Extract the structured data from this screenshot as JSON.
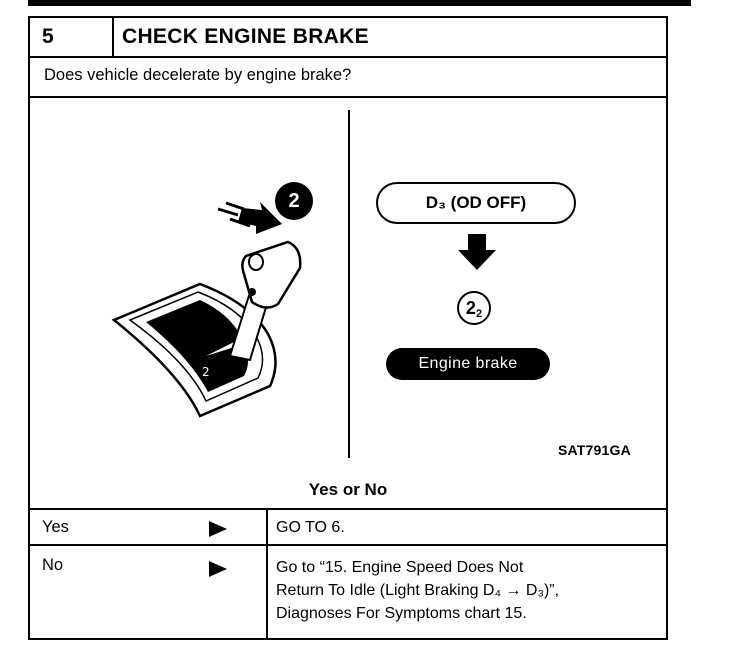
{
  "header": {
    "step_number": "5",
    "title": "CHECK ENGINE BRAKE"
  },
  "question": "Does vehicle decelerate by engine brake?",
  "figure": {
    "position_badge": "2",
    "from_range": "D₃ (OD OFF)",
    "to_range_main": "2",
    "to_range_sub": "2",
    "result_label": "Engine brake",
    "figure_code": "SAT791GA"
  },
  "decision_label": "Yes or No",
  "rows": [
    {
      "answer": "Yes",
      "result_lines": [
        "GO TO 6."
      ]
    },
    {
      "answer": "No",
      "result_lines": [
        "Go to “15. Engine Speed Does Not",
        "Return To Idle (Light Braking D₄ → D₃)”,",
        "Diagnoses For Symptoms chart  15."
      ]
    }
  ],
  "icons": {
    "row_arrow": "play-arrow-icon",
    "down_arrow": "arrow-down-icon"
  }
}
